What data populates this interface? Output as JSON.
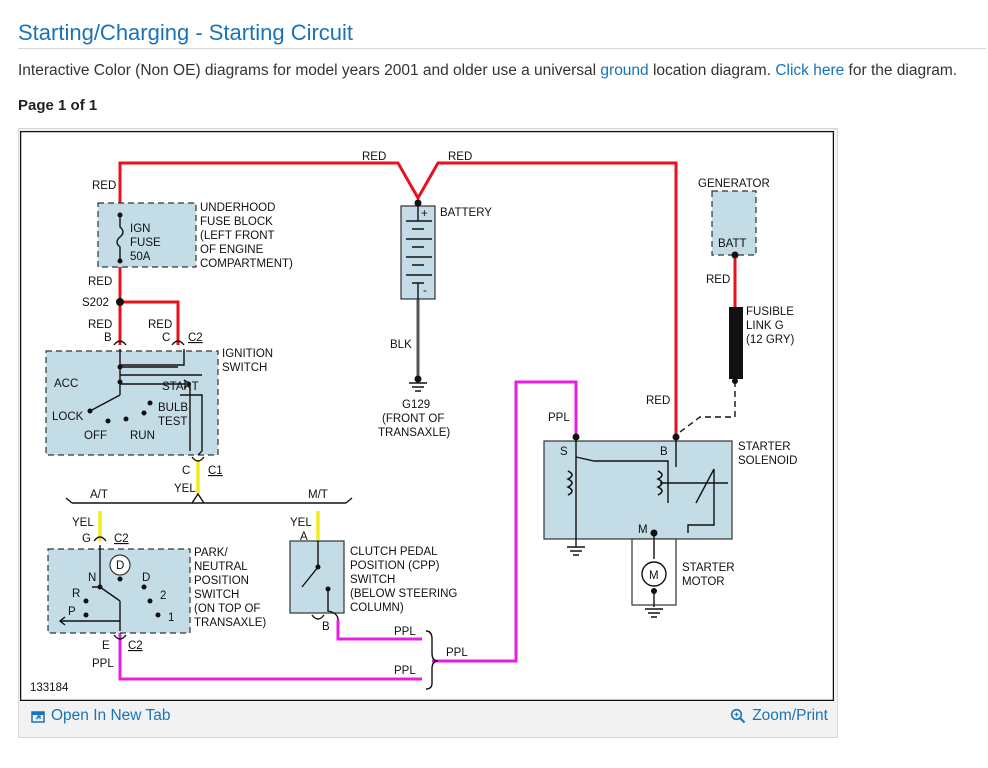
{
  "header": {
    "title": "Starting/Charging - Starting Circuit",
    "intro_before": "Interactive Color (Non OE) diagrams for model years 2001 and older use a universal ",
    "intro_link1": "ground",
    "intro_middle": " location diagram. ",
    "intro_link2": "Click here",
    "intro_after": " for the diagram.",
    "page": "Page 1 of 1"
  },
  "toolbar": {
    "open_tab": "Open In New Tab",
    "zoom_print": "Zoom/Print"
  },
  "diagram": {
    "figure_id": "133184",
    "wire_colors": {
      "red": "#e8121d",
      "ppl": "#e81de0",
      "yel": "#f5ec1a",
      "blk": "#555555"
    },
    "fuse_block": {
      "label": [
        "UNDERHOOD",
        "FUSE BLOCK",
        "(LEFT FRONT",
        "OF ENGINE",
        "COMPARTMENT)"
      ],
      "fuse": [
        "IGN",
        "FUSE",
        "50A"
      ]
    },
    "battery": {
      "label": "BATTERY",
      "plus": "+",
      "minus": "-"
    },
    "ground_g129": [
      "G129",
      "(FRONT OF",
      "TRANSAXLE)"
    ],
    "generator": {
      "label": "GENERATOR",
      "terminal": "BATT"
    },
    "fusible_link": [
      "FUSIBLE",
      "LINK G",
      "(12 GRY)"
    ],
    "ignition_switch": {
      "label": [
        "IGNITION",
        "SWITCH"
      ],
      "positions": [
        "ACC",
        "LOCK",
        "OFF",
        "RUN",
        "START",
        "BULB",
        "TEST"
      ],
      "terminals": [
        "B",
        "C",
        "C2"
      ]
    },
    "splice": "S202",
    "starter_solenoid": {
      "label": [
        "STARTER",
        "SOLENOID"
      ],
      "terminals": [
        "S",
        "B",
        "M"
      ]
    },
    "starter_motor": {
      "label": [
        "STARTER",
        "MOTOR"
      ],
      "symbol": "M"
    },
    "pnp_switch": {
      "label": [
        "PARK/",
        "NEUTRAL",
        "POSITION",
        "SWITCH",
        "(ON TOP OF",
        "TRANSAXLE)"
      ],
      "positions": [
        "D",
        "N",
        "D",
        "R",
        "2",
        "P",
        "1"
      ],
      "terminals": [
        "G",
        "C2",
        "E",
        "C2"
      ]
    },
    "cpp_switch": {
      "label": [
        "CLUTCH PEDAL",
        "POSITION (CPP)",
        "SWITCH",
        "(BELOW STEERING",
        "COLUMN)"
      ],
      "terminals": [
        "A",
        "B"
      ]
    },
    "transmission": [
      "A/T",
      "M/T"
    ],
    "connector_c": [
      "C",
      "C1"
    ],
    "wire_labels": [
      "RED",
      "RED",
      "RED",
      "RED",
      "RED",
      "RED",
      "RED",
      "RED",
      "BLK",
      "YEL",
      "YEL",
      "YEL",
      "PPL",
      "PPL",
      "PPL",
      "PPL",
      "PPL"
    ]
  }
}
